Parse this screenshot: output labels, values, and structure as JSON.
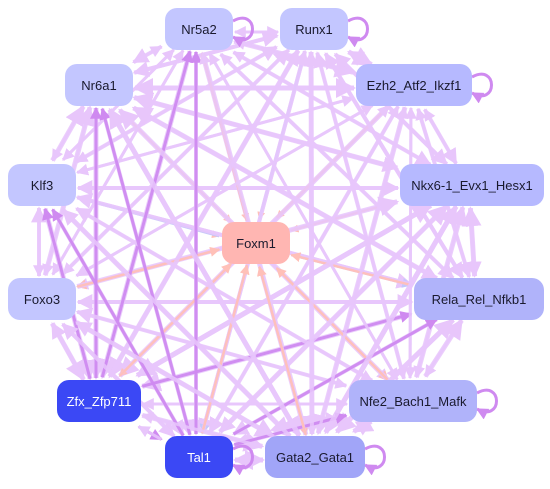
{
  "diagram": {
    "nodes": [
      {
        "id": "nr5a2",
        "label": "Nr5a2",
        "color": "#c3c6ff"
      },
      {
        "id": "runx1",
        "label": "Runx1",
        "color": "#c3c6ff"
      },
      {
        "id": "nr6a1",
        "label": "Nr6a1",
        "color": "#c3c6ff"
      },
      {
        "id": "ezh2",
        "label": "Ezh2_Atf2_Ikzf1",
        "color": "#b6b9ff"
      },
      {
        "id": "klf3",
        "label": "Klf3",
        "color": "#c3c6ff"
      },
      {
        "id": "nkx6",
        "label": "Nkx6-1_Evx1_Hesx1",
        "color": "#b6b9ff"
      },
      {
        "id": "foxm1",
        "label": "Foxm1",
        "color": "#ffb6b2"
      },
      {
        "id": "foxo3",
        "label": "Foxo3",
        "color": "#c3c6ff"
      },
      {
        "id": "rela",
        "label": "Rela_Rel_Nfkb1",
        "color": "#b0b3fa"
      },
      {
        "id": "zfx",
        "label": "Zfx_Zfp711",
        "color": "#3b48f5"
      },
      {
        "id": "nfe2",
        "label": "Nfe2_Bach1_Mafk",
        "color": "#b0b3fa"
      },
      {
        "id": "tal1",
        "label": "Tal1",
        "color": "#3b48f5"
      },
      {
        "id": "gata2",
        "label": "Gata2_Gata1",
        "color": "#a1a5f8"
      }
    ],
    "colors": {
      "edge_default": "#e8c6fb",
      "edge_strong": "#cf8af0",
      "edge_red": "#ffc0b8",
      "edge_blue": "#c4c8fb"
    }
  }
}
